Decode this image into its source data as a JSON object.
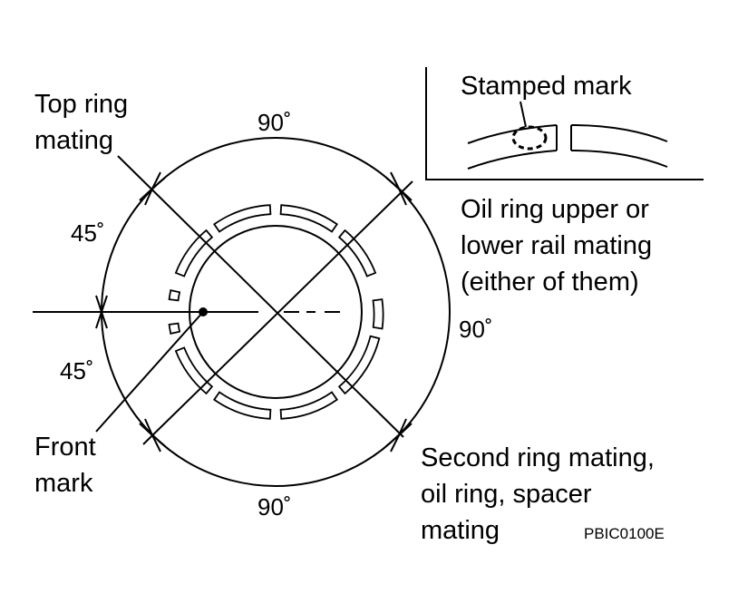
{
  "labels": {
    "top_ring": [
      "Top ring",
      "mating"
    ],
    "stamped_mark": "Stamped mark",
    "oil_ring": [
      "Oil ring upper or",
      "lower rail mating",
      "(either of them)"
    ],
    "front_mark": [
      "Front",
      "mark"
    ],
    "second_ring": [
      "Second ring mating,",
      "oil ring, spacer",
      "mating"
    ],
    "angle_top": "90˚",
    "angle_right": "90˚",
    "angle_bottom": "90˚",
    "angle_left_upper": "45˚",
    "angle_left_lower": "45˚",
    "figure_code": "PBIC0100E"
  },
  "colors": {
    "ink": "#000000",
    "background": "#ffffff"
  }
}
